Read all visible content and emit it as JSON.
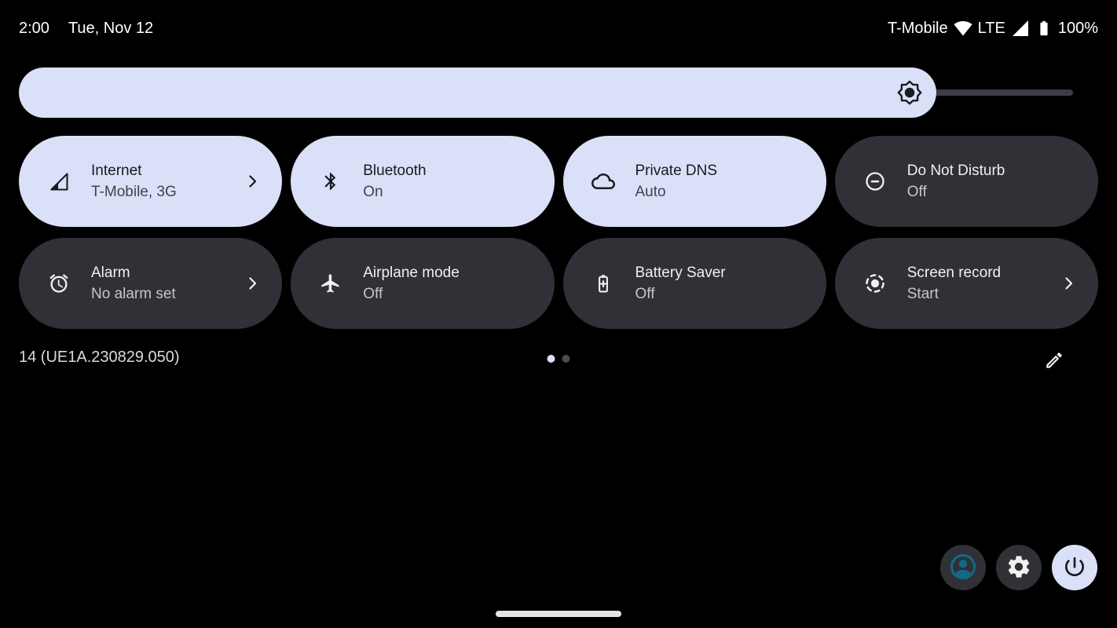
{
  "status_bar": {
    "time": "2:00",
    "date": "Tue, Nov 12",
    "carrier": "T-Mobile",
    "network_type": "LTE",
    "battery_percent": "100%"
  },
  "brightness": {
    "fill_percent": 87
  },
  "tiles": [
    {
      "title": "Internet",
      "subtitle": "T-Mobile, 3G",
      "state": "active",
      "icon": "cellular-signal-icon",
      "chevron": true
    },
    {
      "title": "Bluetooth",
      "subtitle": "On",
      "state": "active",
      "icon": "bluetooth-icon",
      "chevron": false
    },
    {
      "title": "Private DNS",
      "subtitle": "Auto",
      "state": "active",
      "icon": "cloud-icon",
      "chevron": false
    },
    {
      "title": "Do Not Disturb",
      "subtitle": "Off",
      "state": "inactive",
      "icon": "do-not-disturb-icon",
      "chevron": false
    },
    {
      "title": "Alarm",
      "subtitle": "No alarm set",
      "state": "inactive",
      "icon": "alarm-icon",
      "chevron": true
    },
    {
      "title": "Airplane mode",
      "subtitle": "Off",
      "state": "inactive",
      "icon": "airplane-icon",
      "chevron": false
    },
    {
      "title": "Battery Saver",
      "subtitle": "Off",
      "state": "inactive",
      "icon": "battery-saver-icon",
      "chevron": false
    },
    {
      "title": "Screen record",
      "subtitle": "Start",
      "state": "inactive",
      "icon": "screen-record-icon",
      "chevron": true
    }
  ],
  "footer": {
    "build_number": "14 (UE1A.230829.050)",
    "page_indicator": {
      "count": 2,
      "active_index": 0
    }
  },
  "colors": {
    "accent_lavender": "#dbe0f9",
    "tile_inactive": "#303136",
    "track_gray": "#3a3d44",
    "avatar_teal": "#146887",
    "background": "#000000"
  }
}
